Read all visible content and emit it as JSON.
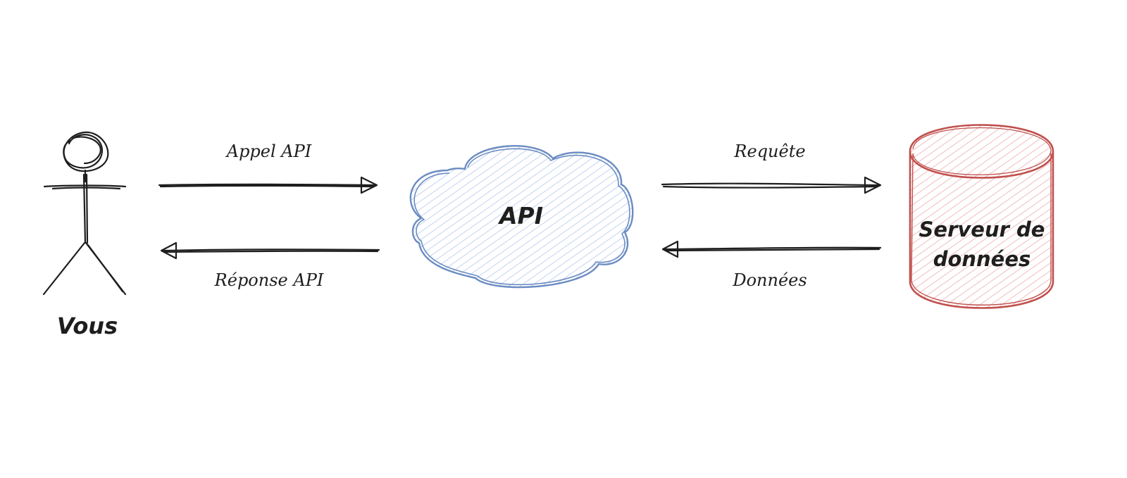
{
  "nodes": {
    "user": {
      "label": "Vous"
    },
    "api": {
      "label": "API"
    },
    "server": {
      "label_line1": "Serveur de",
      "label_line2": "données"
    }
  },
  "edges": {
    "api_call": {
      "label": "Appel API"
    },
    "api_response": {
      "label": "Réponse API"
    },
    "request": {
      "label": "Requête"
    },
    "data": {
      "label": "Données"
    }
  },
  "colors": {
    "ink": "#1e1e1e",
    "api_stroke": "#6b8cc2",
    "api_hatch": "#a9c1ea",
    "server_stroke": "#c0504d",
    "server_hatch": "#eaa1a1"
  }
}
